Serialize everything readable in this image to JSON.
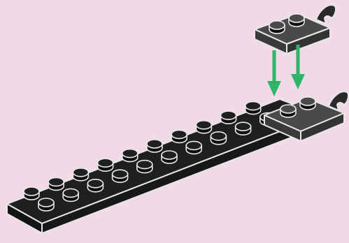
{
  "image": {
    "kind": "building-instruction-illustration",
    "background_color": "#f1d9e7",
    "brick_color": "#1f1f1f",
    "grey_part_color": "#4a4a4a",
    "arrow_color": "#2fb567",
    "outline_color": "#e8e8e8",
    "parts": [
      {
        "name": "black-plate-2x10",
        "icon": "plate-icon"
      },
      {
        "name": "grey-plate-with-clip-placed",
        "icon": "clip-plate-icon"
      },
      {
        "name": "grey-plate-with-clip-incoming",
        "icon": "clip-plate-icon"
      }
    ],
    "arrows": {
      "count": 2,
      "direction": "down",
      "icon": "arrow-down-icon"
    }
  }
}
